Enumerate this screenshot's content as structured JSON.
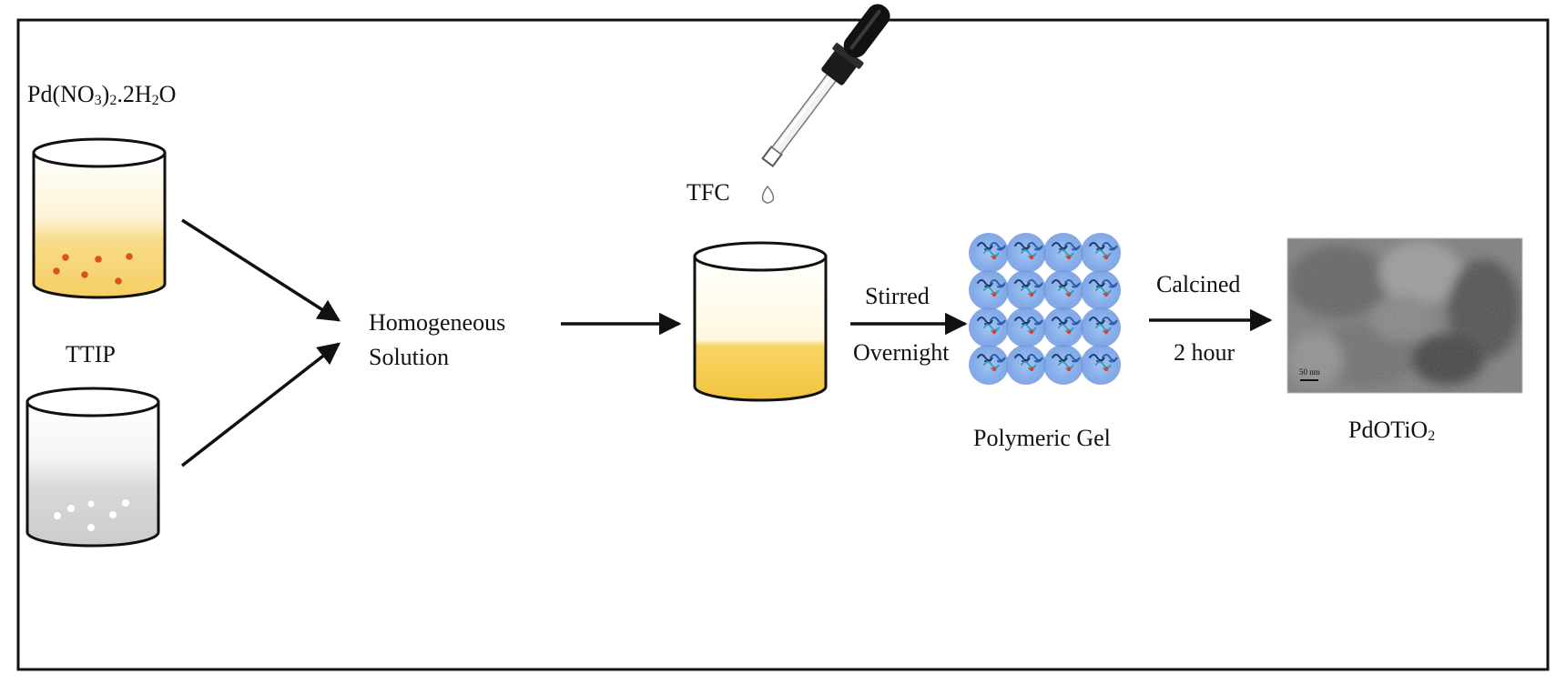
{
  "labels": {
    "pd_precursor": {
      "main": "Pd(NO",
      "sub1": "3",
      "mid": ")",
      "sub2": "2",
      "tail": ".2H",
      "sub3": "2",
      "end": "O"
    },
    "ttip": "TTIP",
    "tfc": "TFC",
    "homogeneous_line1": "Homogeneous",
    "homogeneous_line2": "Solution",
    "stirred": "Stirred",
    "overnight": "Overnight",
    "polymeric_gel": "Polymeric Gel",
    "calcined": "Calcined",
    "duration": "2 hour",
    "product": {
      "main": "PdOTiO",
      "sub": "2"
    },
    "tem_scale": "50 nm"
  },
  "colors": {
    "frame": "#111111",
    "pd_liquid": "#f6cf62",
    "pd_particles": "#d9531e",
    "ttip_liquid": "#cfcfcf",
    "ttip_particles": "#ffffff",
    "mixed_liquid": "#f3c640",
    "gel_blob": "#7fa8e6",
    "gel_dot": "#e03b2a"
  }
}
